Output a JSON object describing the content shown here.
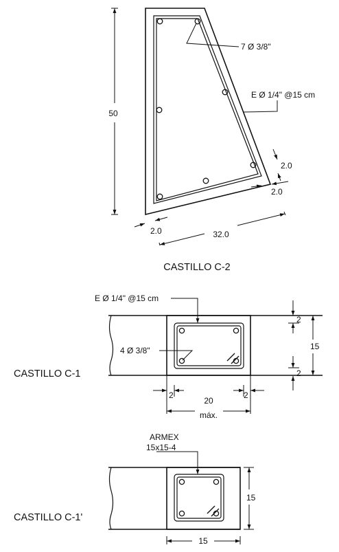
{
  "c2": {
    "caption": "CASTILLO C-2",
    "height": "50",
    "width": "32.0",
    "cover_left": "2.0",
    "cover_right_top": "2.0",
    "cover_right_bottom": "2.0",
    "bars": "7 Ø 3/8\"",
    "stirrup": "E Ø 1/4\" @15 cm"
  },
  "c1": {
    "caption": "CASTILLO C-1",
    "stirrup": "E Ø 1/4\" @15 cm",
    "bars": "4 Ø 3/8\"",
    "height": "15",
    "cover_top": "2",
    "cover_bottom": "2",
    "cover_left": "2",
    "cover_right": "2",
    "width": "20",
    "width_note": "máx."
  },
  "c1p": {
    "caption": "CASTILLO C-1'",
    "brand": "ARMEX",
    "spec": "15x15-4",
    "height": "15",
    "width": "15"
  }
}
